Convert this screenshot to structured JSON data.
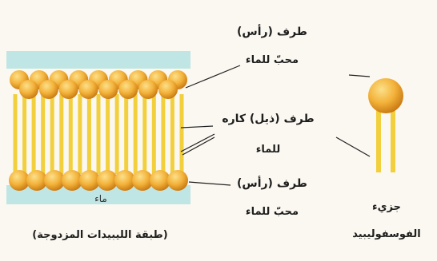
{
  "labels": {
    "top_head_title": "طرف (رأس)",
    "top_head_desc": "محبّ للماء",
    "tail_title": "طرف (ذيل) كاره",
    "tail_desc": "للماء",
    "bottom_head_title": "طرف (رأس)",
    "bottom_head_desc": "محبّ للماء",
    "water": "ماء",
    "bilayer_caption": "(طبقة الليبيدات المزدوجة)",
    "molecule_line1": "جزيء",
    "molecule_line2": "الفوسفوليبيد"
  },
  "bilayer": {
    "top_row_count": 17,
    "bottom_row_count": 10
  },
  "colors": {
    "background": "#fbf8f1",
    "water_band": "#bfe6e4",
    "head_light": "#fce08a",
    "head_mid": "#f3b23a",
    "head_dark": "#c97a12",
    "tail": "#f2cf3d",
    "line": "#222222"
  }
}
